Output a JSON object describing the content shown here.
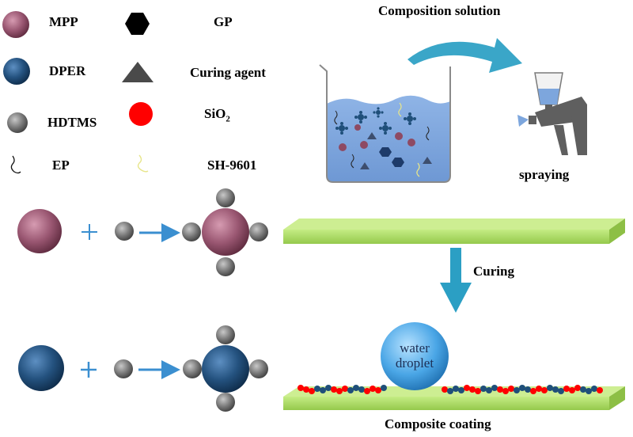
{
  "legend": {
    "mpp": "MPP",
    "dper": "DPER",
    "hdtms": "HDTMS",
    "ep": "EP",
    "gp": "GP",
    "curing_agent": "Curing agent",
    "sio2_base": "SiO",
    "sio2_sub": "2",
    "sh9601": "SH-9601"
  },
  "steps": {
    "composition_solution": "Composition solution",
    "spraying": "spraying",
    "curing": "Curing",
    "composite_coating": "Composite coating"
  },
  "droplet": {
    "line1": "water",
    "line2": "droplet"
  },
  "colors": {
    "mpp": "#8e4a63",
    "dper": "#1f4f7a",
    "hdtms": "#6f6f6f",
    "gp": "#000000",
    "curing_agent": "#4a4a4a",
    "sio2": "#ff0000",
    "arrow_blue": "#3b8fd0",
    "curve_arrow": "#3aa6c8",
    "curing_arrow": "#2b9fc4",
    "substrate": "#a8d85c",
    "beaker_liquid": "#7da6dd",
    "gun": "#5f5f5f",
    "droplet": "#4aa6e6"
  }
}
